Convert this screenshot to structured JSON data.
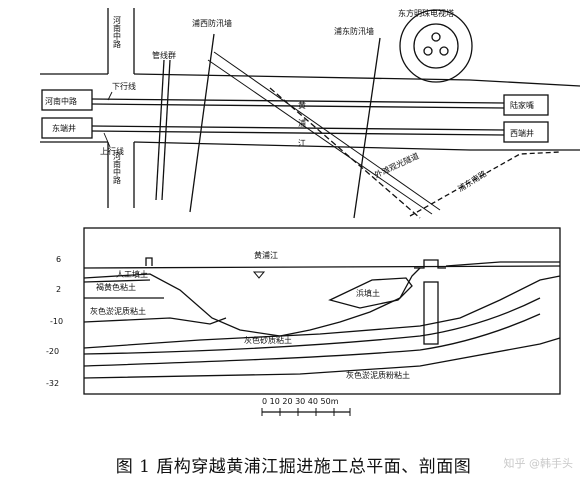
{
  "plan": {
    "roads": {
      "henan_north": "河南中路",
      "henan_left": "河南中路",
      "henan_south": "河南中路",
      "dongduanjing": "东端井",
      "lujiazui": "陆家嘴",
      "xiduanjing": "西端井"
    },
    "lines": {
      "down": "下行线",
      "up": "上行线"
    },
    "structures": {
      "pipeline_bridge": "管线群",
      "puxi_floodwall": "浦西防汛墙",
      "pudong_floodwall": "浦东防汛墙",
      "tv_tower": "东方明珠电视塔",
      "outer_beach_tunnel": "外滩观光隧道",
      "pudong_road": "浦东南路"
    },
    "river_chars": [
      "黄",
      "浦",
      "江"
    ]
  },
  "section": {
    "river_label": "黄浦江",
    "elevations": [
      "6",
      "2",
      "-10",
      "-20",
      "-32"
    ],
    "strata": {
      "fill": "人工填土",
      "brown_clay": "褐黄色粘土",
      "grey_mucky_silty_clay": "灰色淤泥质粘土",
      "fill_right": "浜填土",
      "grey_sandy_silty_clay": "灰色砂质粘土",
      "grey_mucky_silty_clay_2": "灰色淤泥质粉粘土"
    },
    "scale_label": "0 10 20 30 40 50m"
  },
  "caption": "图 1 盾构穿越黄浦江掘进施工总平面、剖面图",
  "watermark": "知乎 @韩手头"
}
